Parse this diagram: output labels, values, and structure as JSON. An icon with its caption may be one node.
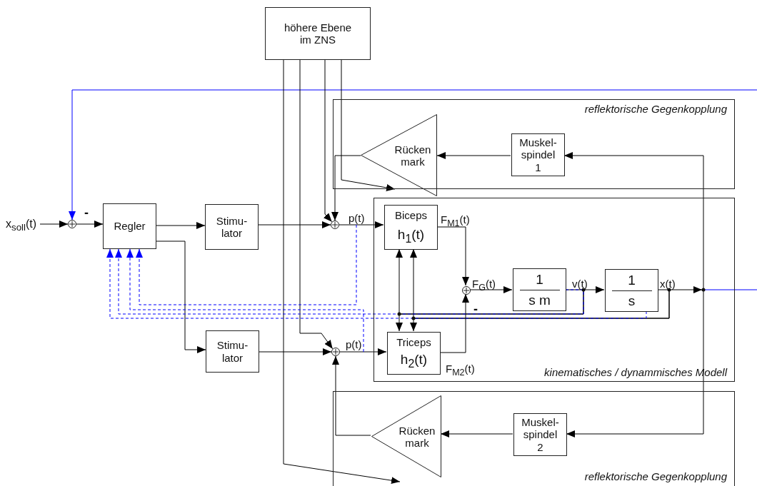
{
  "diagram": {
    "nodes": [
      {
        "text": [
          "höhere Ebene im ZNS"
        ]
      },
      {
        "text": [
          "reflektorische Gegenkopplung"
        ]
      },
      {
        "text": [
          "Rücken mark"
        ]
      },
      {
        "text": [
          "Muskel- spindel 1"
        ],
        "in": 1
      },
      {
        "text": [
          "x$_{soll}$(t)"
        ]
      },
      {
        "text": [],
        "shape": "circle"
      },
      {
        "text": [
          "Regler"
        ]
      },
      {
        "text": [
          "Stimu- lator"
        ]
      },
      {
        "text": [],
        "shape": "circle"
      },
      {
        "text": [
          "kinematisches / dynammisches Modell"
        ]
      },
      {
        "text": [
          "Biceps",
          "h$_{1}$(t)"
        ],
        "in": 9
      },
      {
        "text": [],
        "shape": "circle",
        "in": 9
      },
      {
        "text": [
          "1",
          "s m"
        ],
        "in": 9
      },
      {
        "text": [
          "1",
          "s"
        ],
        "in": 9
      },
      {
        "text": [
          "Triceps",
          "h$_{2}$(t)"
        ],
        "in": 9
      },
      {
        "text": [
          "Stimu- lator"
        ]
      },
      {
        "text": [],
        "shape": "circle"
      },
      {
        "text": [
          "reflektorische Gegenkopplung"
        ]
      },
      {
        "text": [
          "Rücken mark"
        ],
        "in": 17
      },
      {
        "text": [
          "Muskel- spindel 2"
        ],
        "in": 17
      }
    ],
    "edges": [
      {
        "from": 4,
        "to": 5,
        "arrow": "to"
      },
      {
        "from": 5,
        "to": 6,
        "arrow": "to"
      },
      {
        "from": 6,
        "to": 7,
        "arrow": "to"
      },
      {
        "from": 7,
        "to": 8,
        "arrow": "to"
      },
      {
        "from": 8,
        "to": 10,
        "arrow": "to",
        "label": "p(t)"
      },
      {
        "from": 10,
        "to": 11,
        "arrow": "to",
        "label": "F$_{M1}$(t)"
      },
      {
        "from": 14,
        "to": 11,
        "arrow": "to",
        "label": "F$_{M2}$(t)"
      },
      {
        "from": 11,
        "to": 12,
        "arrow": "to",
        "label": "F$_{G}$(t)"
      },
      {
        "from": 12,
        "to": 13,
        "arrow": "to",
        "label": "v(t)"
      },
      {
        "from": 13,
        "to": null,
        "arrow": "to",
        "label": "x(t)"
      },
      {
        "from": null,
        "to": 5,
        "arrow": "to",
        "color": "#0000ff"
      },
      {
        "from": 13,
        "to": 3,
        "arrow": "to"
      },
      {
        "from": 13,
        "to": 19,
        "arrow": "to"
      },
      {
        "from": 3,
        "to": 2,
        "arrow": "to"
      },
      {
        "from": 19,
        "to": 18,
        "arrow": "to"
      },
      {
        "from": 2,
        "to": 8,
        "arrow": "to"
      },
      {
        "from": 18,
        "to": 16,
        "arrow": "to"
      },
      {
        "from": 0,
        "to": 8,
        "arrow": "to"
      },
      {
        "from": 0,
        "to": 16,
        "arrow": "to"
      },
      {
        "from": 0,
        "to": 1,
        "arrow": "to"
      },
      {
        "from": 0,
        "to": 17,
        "arrow": "to"
      },
      {
        "from": 6,
        "to": 15,
        "arrow": "to"
      },
      {
        "from": 15,
        "to": 16,
        "arrow": "to"
      },
      {
        "from": 16,
        "to": 14,
        "arrow": "to",
        "label": "p(t)"
      },
      {
        "from": 12,
        "to": 10,
        "arrow": "to"
      },
      {
        "from": 12,
        "to": 14,
        "arrow": "to"
      },
      {
        "from": 13,
        "to": 10,
        "arrow": "to"
      },
      {
        "from": 13,
        "to": 14,
        "arrow": "to"
      },
      {
        "from": 8,
        "to": 6,
        "arrow": "to",
        "style": "dashed",
        "color": "#0000ff"
      },
      {
        "from": 16,
        "to": 6,
        "arrow": "to",
        "style": "dashed",
        "color": "#0000ff"
      },
      {
        "from": 12,
        "to": 6,
        "arrow": "to",
        "style": "dashed",
        "color": "#0000ff"
      },
      {
        "from": 13,
        "to": 6,
        "arrow": "to",
        "style": "dashed",
        "color": "#0000ff"
      }
    ],
    "labels": [
      "-",
      "-"
    ]
  }
}
